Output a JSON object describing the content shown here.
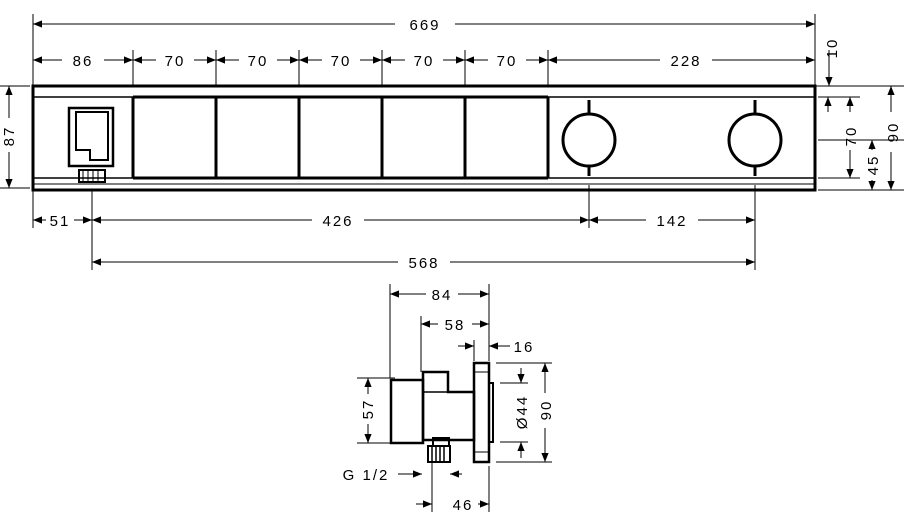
{
  "front_view": {
    "overall_width": "669",
    "segment_handshower": "86",
    "segments_buttons": [
      "70",
      "70",
      "70",
      "70",
      "70"
    ],
    "segment_thermostat": "228",
    "top_offset": "10",
    "height_total": "90",
    "height_body": "87",
    "height_inner": "70",
    "height_lower": "45",
    "bottom_left": "51",
    "bottom_middle": "426",
    "bottom_right": "142",
    "bottom_total": "568"
  },
  "side_view": {
    "depth_total": "84",
    "depth_body": "58",
    "plate_thickness": "16",
    "height_box": "57",
    "knob_diameter": "Ø44",
    "plate_height": "90",
    "thread_label": "G 1/2",
    "outlet_offset": "46"
  }
}
